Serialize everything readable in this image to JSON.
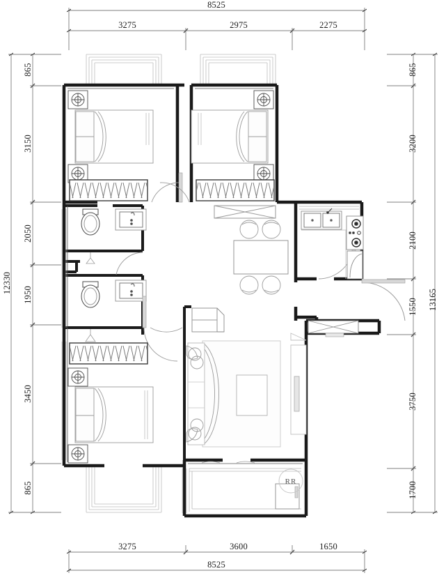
{
  "drawing": {
    "type": "architectural-floor-plan",
    "units": "mm",
    "overall_width": "8525",
    "overall_height_left": "12330",
    "overall_height_right": "13165"
  },
  "dimensions": {
    "top": {
      "total": "8525",
      "segments": [
        "3275",
        "2975",
        "2275"
      ]
    },
    "bottom": {
      "total": "8525",
      "segments": [
        "3275",
        "3600",
        "1650"
      ]
    },
    "left": {
      "total": "12330",
      "segments": [
        "865",
        "3150",
        "2050",
        "1950",
        "3450",
        "865"
      ]
    },
    "right": {
      "total": "13165",
      "segments": [
        "865",
        "3200",
        "2100",
        "1550",
        "3750",
        "1700"
      ]
    }
  },
  "labels": {
    "balcony_marker": "RR"
  },
  "rooms": [
    {
      "name": "bedroom-top-left",
      "furniture": [
        "bed",
        "nightstand",
        "nightstand",
        "wardrobe",
        "bay-window"
      ]
    },
    {
      "name": "bedroom-top-right",
      "furniture": [
        "bed",
        "nightstand",
        "nightstand",
        "wardrobe",
        "bay-window"
      ]
    },
    {
      "name": "bathroom-upper",
      "furniture": [
        "toilet",
        "sink"
      ]
    },
    {
      "name": "bathroom-lower",
      "furniture": [
        "toilet",
        "sink"
      ]
    },
    {
      "name": "kitchen",
      "furniture": [
        "double-sink",
        "gas-cooktop",
        "counter",
        "refrigerator"
      ]
    },
    {
      "name": "dining-room",
      "furniture": [
        "dining-table",
        "chair",
        "chair",
        "chair",
        "chair",
        "cabinet"
      ]
    },
    {
      "name": "living-room",
      "furniture": [
        "sofa",
        "coffee-table",
        "armchair",
        "tv-cabinet",
        "rug"
      ]
    },
    {
      "name": "bedroom-bottom-left",
      "furniture": [
        "bed",
        "nightstand",
        "nightstand",
        "wardrobe",
        "bay-window"
      ]
    },
    {
      "name": "balcony",
      "furniture": [
        "washing-machine"
      ]
    },
    {
      "name": "entry-foyer",
      "furniture": [
        "shoe-cabinet"
      ]
    }
  ],
  "colors": {
    "wall": "#1a1a1a",
    "furniture": "#7a7a7a",
    "furniture_light": "#aaaaaa",
    "dimension_line": "#4a4a4a",
    "background": "#ffffff"
  }
}
